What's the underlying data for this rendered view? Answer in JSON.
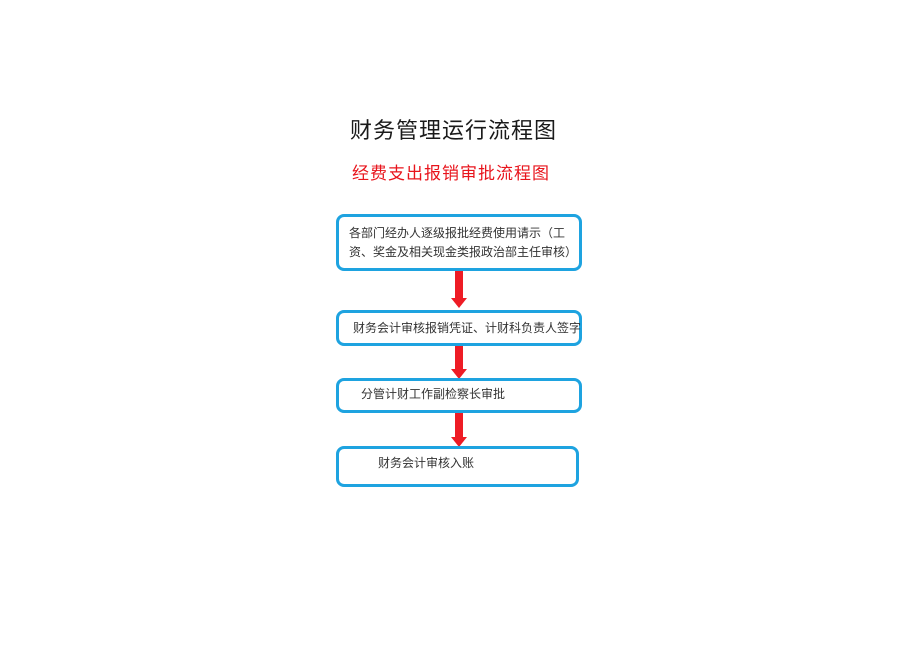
{
  "header": {
    "title": "财务管理运行流程图",
    "subtitle": "经费支出报销审批流程图",
    "subtitle_color": "#e8141c"
  },
  "flowchart": {
    "border_color": "#1ea3e0",
    "arrow_color": "#ee1c25",
    "steps": [
      {
        "label": "各部门经办人逐级报批经费使用请示（工资、奖金及相关现金类报政治部主任审核）"
      },
      {
        "label": "财务会计审核报销凭证、计财科负责人签字"
      },
      {
        "label": "分管计财工作副检察长审批"
      },
      {
        "label": "财务会计审核入账"
      }
    ],
    "arrows": [
      {
        "from": 1,
        "to": 2,
        "direction": "down"
      },
      {
        "from": 2,
        "to": 3,
        "direction": "down"
      },
      {
        "from": 3,
        "to": 4,
        "direction": "down"
      }
    ]
  }
}
